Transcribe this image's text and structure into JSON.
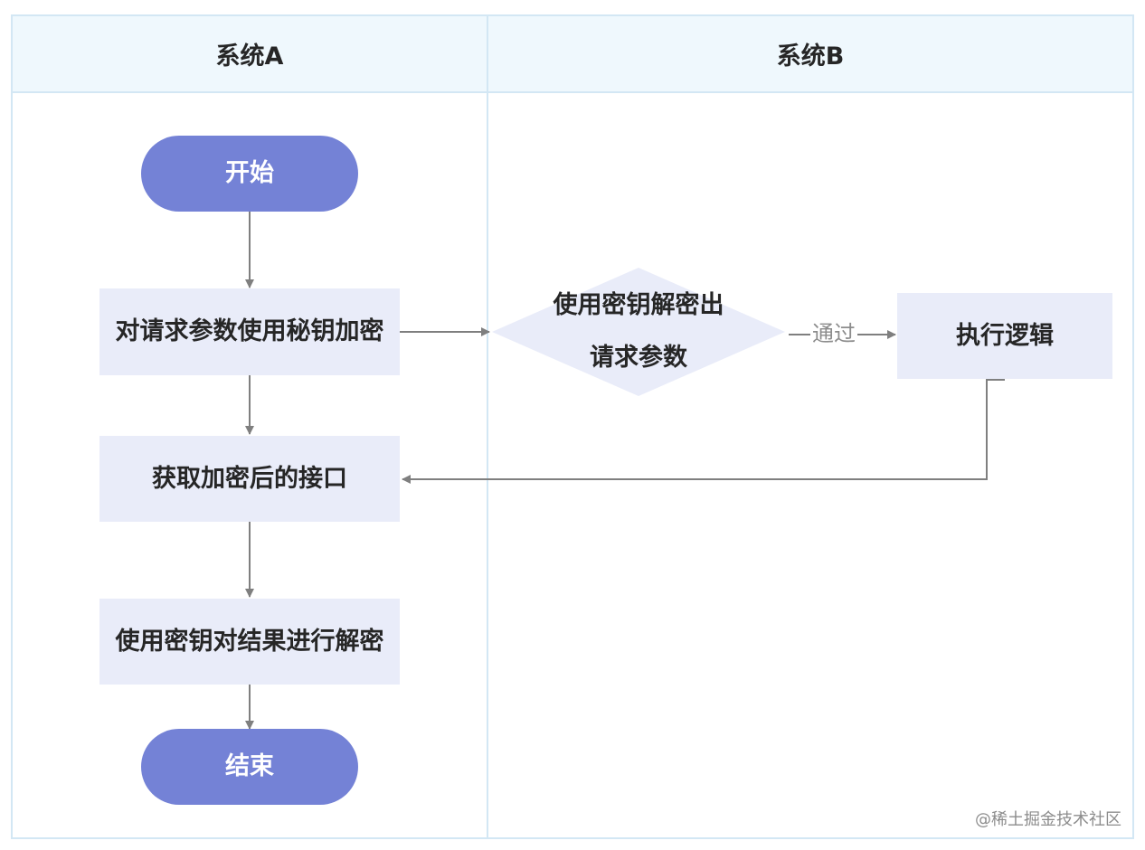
{
  "lanes": {
    "a": "系统A",
    "b": "系统B"
  },
  "nodes": {
    "start": "开始",
    "encrypt": "对请求参数使用秘钥加密",
    "get_api": "获取加密后的接口",
    "decrypt_result": "使用密钥对结果进行解密",
    "end": "结束",
    "decrypt_params": "使用密钥解密出请求参数",
    "execute": "执行逻辑"
  },
  "edges": {
    "pass_label": "通过"
  },
  "watermark": "@稀土掘金技术社区",
  "colors": {
    "terminal_fill": "#7482d6",
    "process_fill": "#e9ecf9",
    "lane_header_fill": "#eff8fd",
    "lane_border": "#d3e7f4",
    "arrow": "#7f7f7f"
  }
}
